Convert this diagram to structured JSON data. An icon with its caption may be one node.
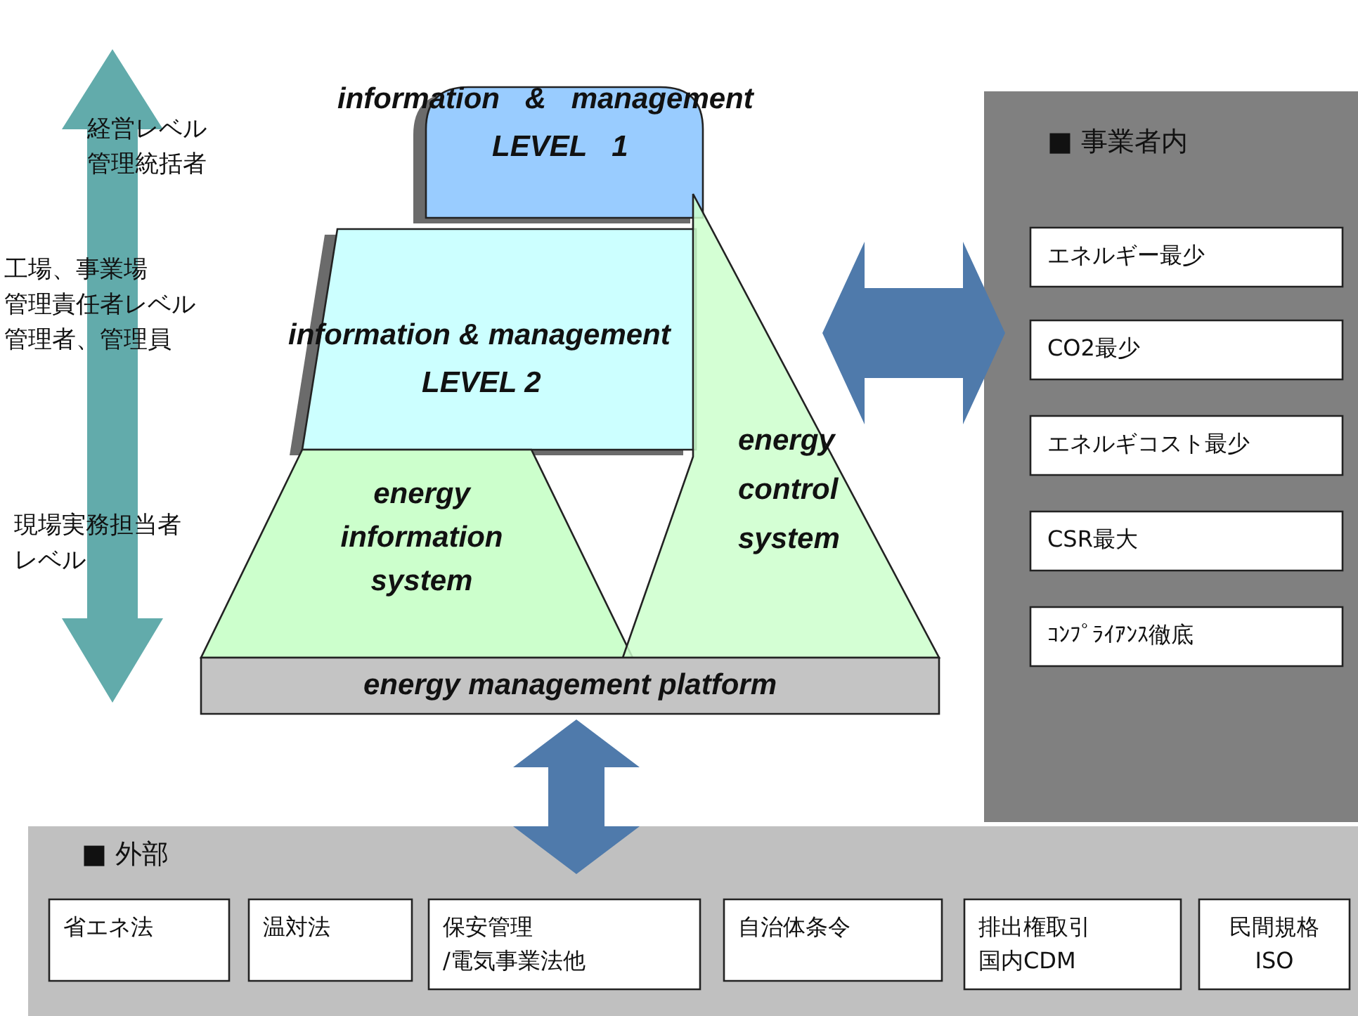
{
  "diagram": {
    "nodes": [
      {
        "text": [
          "information & management",
          "LEVEL 1"
        ]
      },
      {
        "text": [
          "information & management",
          "LEVEL 2"
        ]
      },
      {
        "text": [
          "energy information system"
        ]
      },
      {
        "text": [
          "energy control system"
        ]
      },
      {
        "text": [
          "energy management platform"
        ]
      },
      {
        "text": [
          "■ 事業者内"
        ]
      },
      {
        "text": [
          "エネルギー最少"
        ],
        "in": 5
      },
      {
        "text": [
          "CO2最少"
        ],
        "in": 5
      },
      {
        "text": [
          "エネルギコスト最少"
        ],
        "in": 5
      },
      {
        "text": [
          "CSR最大"
        ],
        "in": 5
      },
      {
        "text": [
          "ｺﾝﾌﾟﾗｲｱﾝｽ徹底"
        ],
        "in": 5
      },
      {
        "text": [
          "■ 外部"
        ]
      },
      {
        "text": [
          "省エネ法"
        ],
        "in": 11
      },
      {
        "text": [
          "温対法"
        ],
        "in": 11
      },
      {
        "text": [
          "保安管理/電気事業法他"
        ],
        "in": 11
      },
      {
        "text": [
          "自治体条令"
        ],
        "in": 11
      },
      {
        "text": [
          "排出権取引国内CDM"
        ],
        "in": 11
      },
      {
        "text": [
          "民間規格ISO"
        ],
        "in": 11
      }
    ],
    "edges": [
      {
        "from": 3,
        "to": 5,
        "arrow": "both"
      },
      {
        "from": 4,
        "to": 11,
        "arrow": "both"
      }
    ],
    "labels": [
      "経営レベル管理統括者",
      "工場、事業場管理責任者レベル管理者、管理員",
      "現場実務担当者レベル"
    ]
  }
}
